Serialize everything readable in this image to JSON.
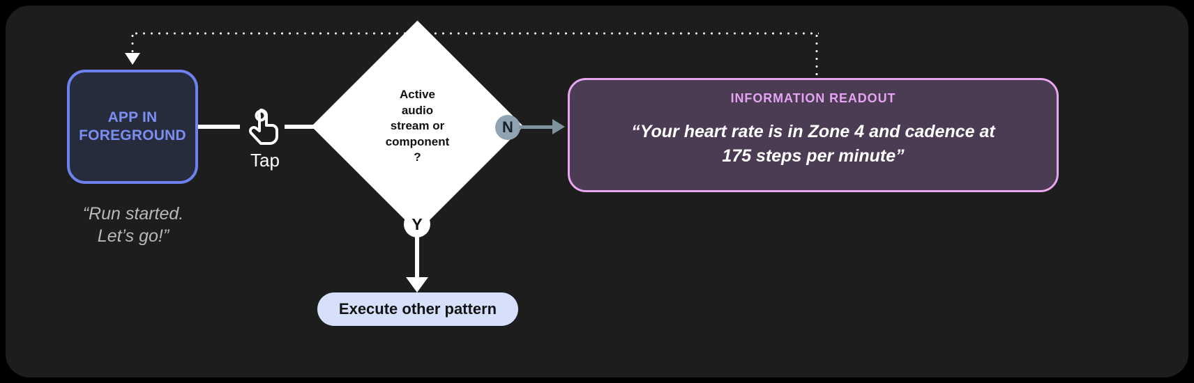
{
  "canvas": {
    "background": "#1d1d1d",
    "page_background": "#000000"
  },
  "app_node": {
    "label": "APP IN\nFOREGROUND",
    "caption": "“Run started.\nLet’s go!”",
    "border_color": "#6e82ef",
    "fill_color": "#272c3d",
    "text_color": "#7d8ef2"
  },
  "tap": {
    "label": "Tap",
    "icon": "tap-gesture-icon"
  },
  "decision": {
    "text": "Active\naudio\nstream or\ncomponent\n?",
    "fill_color": "#ffffff",
    "text_color": "#111111"
  },
  "branches": {
    "no": {
      "badge": "N",
      "badge_color": "#8fa3b0",
      "connector_color": "#7f939f"
    },
    "yes": {
      "badge": "Y",
      "badge_color": "#ffffff",
      "connector_color": "#ffffff"
    }
  },
  "execute_pill": {
    "label": "Execute other pattern",
    "fill_color": "#d6e0fb",
    "text_color": "#121212"
  },
  "readout": {
    "title": "INFORMATION READOUT",
    "body": "“Your heart rate is in Zone 4 and cadence at\n175 steps per minute”",
    "border_color": "#e8a6f0",
    "fill_color": "#4b3c53",
    "title_color": "#e3a4f1",
    "body_color": "#ffffff"
  },
  "feedback_loop": {
    "style": "dotted",
    "color": "#ffffff"
  }
}
